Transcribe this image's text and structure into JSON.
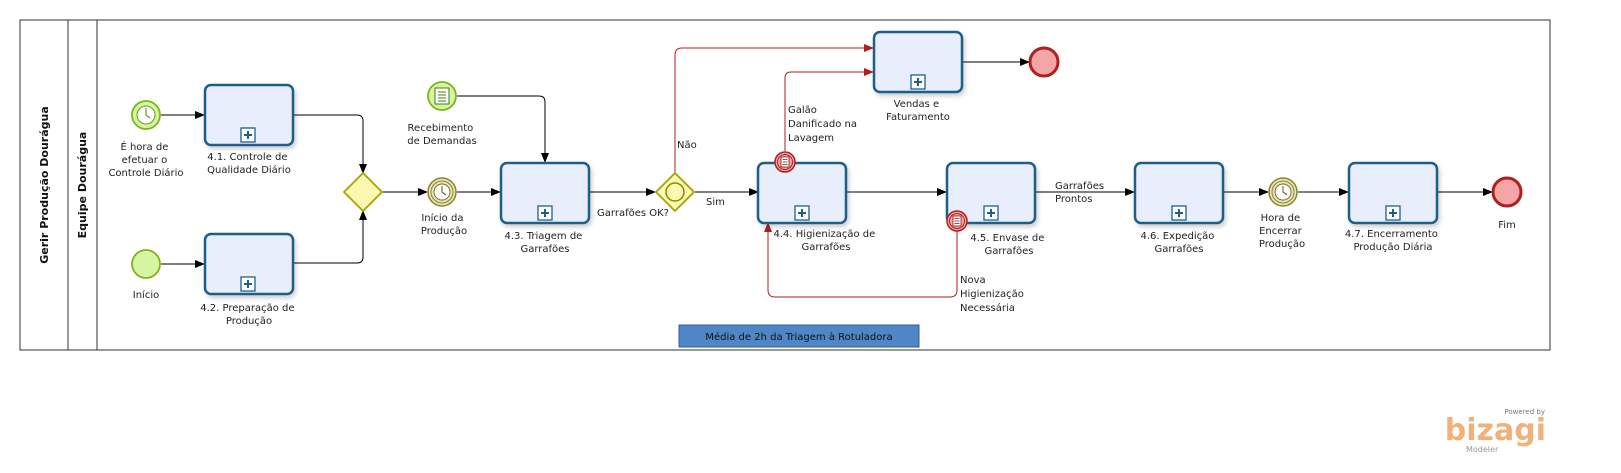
{
  "pool": {
    "label": "Gerir Produção Dourágua"
  },
  "lane": {
    "label": "Equipe Dourágua"
  },
  "events": {
    "timer_start": {
      "label": [
        "É hora de",
        "efetuar o",
        "Controle Diário"
      ]
    },
    "start": {
      "label": [
        "Início"
      ]
    },
    "message_start": {
      "label": [
        "Recebimento",
        "de Demandas"
      ]
    },
    "timer_inicio_producao": {
      "label": [
        "Início da",
        "Produção"
      ]
    },
    "timer_encerrar": {
      "label": [
        "Hora de",
        "Encerrar",
        "Produção"
      ]
    },
    "end_fim": {
      "label": [
        "Fim"
      ]
    },
    "end_top": {
      "label": []
    },
    "boundary_galao": {
      "label": [
        "Galão",
        "Danificado na",
        "Lavagem"
      ]
    },
    "boundary_nova": {
      "label": [
        "Nova",
        "Higienização",
        "Necessária"
      ]
    }
  },
  "tasks": {
    "t41": {
      "label": [
        "4.1. Controle de",
        "Qualidade Diário"
      ]
    },
    "t42": {
      "label": [
        "4.2. Preparação de",
        "Produção"
      ]
    },
    "t43": {
      "label": [
        "4.3. Triagem de",
        "Garrafões"
      ]
    },
    "t44": {
      "label": [
        "4.4. Higienização de",
        "Garrafões"
      ]
    },
    "t45": {
      "label": [
        "4.5. Envase de",
        "Garrafões"
      ]
    },
    "t46": {
      "label": [
        "4.6. Expedição",
        "Garrafões"
      ]
    },
    "t47": {
      "label": [
        "4.7. Encerramento",
        "Produção Diária"
      ]
    },
    "vendas": {
      "label": [
        "Vendas e",
        "Faturamento"
      ]
    }
  },
  "gateways": {
    "parallel": {
      "label": []
    },
    "exclusive": {
      "label": [
        "Garrafões OK?"
      ]
    }
  },
  "flows": {
    "nao": "Não",
    "sim": "Sim",
    "garrafoes_prontos": [
      "Garrafões",
      "Prontos"
    ]
  },
  "annotation": {
    "text": "Média de 2h da Triagem à Rotuladora"
  },
  "watermark": {
    "powered": "Powered by",
    "brand": "bizagi",
    "product": "Modeler"
  },
  "colors": {
    "task_fill": "#e8eefb",
    "task_stroke": "#1f5f8b",
    "start_fill": "#d6f5a3",
    "start_stroke": "#7cb518",
    "end_fill": "#f4a6a6",
    "end_stroke": "#b11e1e",
    "gateway_fill": "#fbf8b0",
    "gateway_stroke": "#a3a300",
    "flow": "#000000",
    "exception_flow": "#b11e1e",
    "annotation_fill": "#4f86c6"
  }
}
